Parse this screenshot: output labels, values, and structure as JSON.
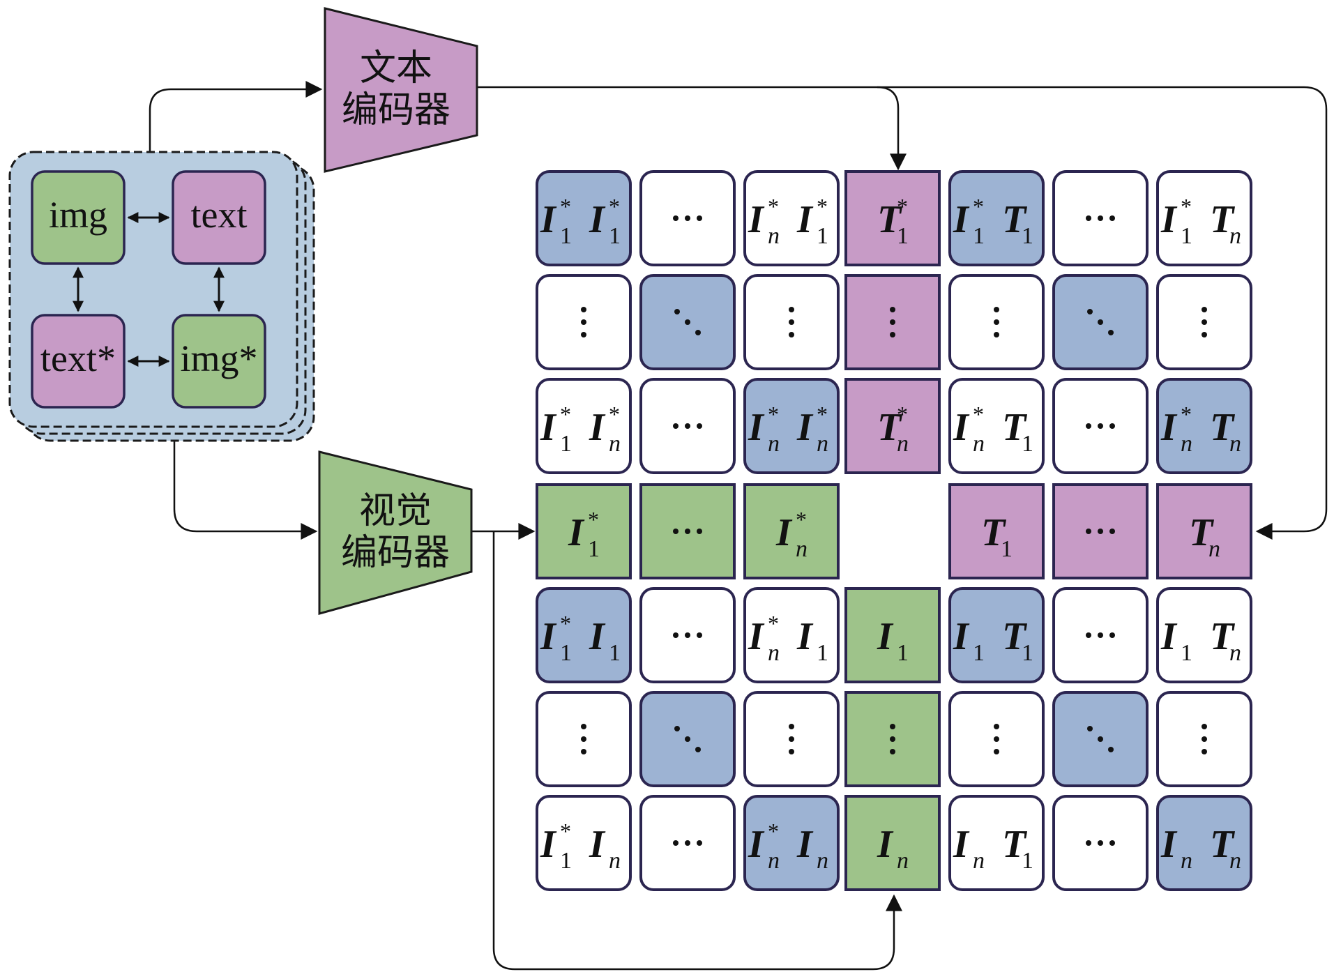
{
  "colors": {
    "blue": "#9db3d3",
    "purple": "#c79bc6",
    "green": "#9ec38a",
    "white": "#ffffff",
    "outline": "#2b2550",
    "stack": "#b8cde0"
  },
  "text_encoder": {
    "line1": "文本",
    "line2": "编码器"
  },
  "vision_encoder": {
    "line1": "视觉",
    "line2": "编码器"
  },
  "pair_box": {
    "img": "img",
    "text": "text",
    "text_star": "text*",
    "img_star": "img*"
  },
  "grid": {
    "rows": [
      [
        {
          "c": "blue",
          "t": [
            [
              "I",
              "1",
              "*"
            ],
            [
              "I",
              "1",
              "*"
            ]
          ]
        },
        {
          "c": "white",
          "d": "h"
        },
        {
          "c": "white",
          "t": [
            [
              "I",
              "n",
              "*"
            ],
            [
              "I",
              "1",
              "*"
            ]
          ]
        },
        {
          "c": "purple",
          "sq": 1,
          "t": [
            [
              "T",
              "1",
              "*"
            ]
          ]
        },
        {
          "c": "blue",
          "t": [
            [
              "I",
              "1",
              "*"
            ],
            [
              "T",
              "1",
              ""
            ]
          ]
        },
        {
          "c": "white",
          "d": "h"
        },
        {
          "c": "white",
          "t": [
            [
              "I",
              "1",
              "*"
            ],
            [
              "T",
              "n",
              ""
            ]
          ]
        }
      ],
      [
        {
          "c": "white",
          "d": "v"
        },
        {
          "c": "blue",
          "d": "diag"
        },
        {
          "c": "white",
          "d": "v"
        },
        {
          "c": "purple",
          "sq": 1,
          "d": "v"
        },
        {
          "c": "white",
          "d": "v"
        },
        {
          "c": "blue",
          "d": "diag"
        },
        {
          "c": "white",
          "d": "v"
        }
      ],
      [
        {
          "c": "white",
          "t": [
            [
              "I",
              "1",
              "*"
            ],
            [
              "I",
              "n",
              "*"
            ]
          ]
        },
        {
          "c": "white",
          "d": "h"
        },
        {
          "c": "blue",
          "t": [
            [
              "I",
              "n",
              "*"
            ],
            [
              "I",
              "n",
              "*"
            ]
          ]
        },
        {
          "c": "purple",
          "sq": 1,
          "t": [
            [
              "T",
              "n",
              "*"
            ]
          ]
        },
        {
          "c": "white",
          "t": [
            [
              "I",
              "n",
              "*"
            ],
            [
              "T",
              "1",
              ""
            ]
          ]
        },
        {
          "c": "white",
          "d": "h"
        },
        {
          "c": "blue",
          "t": [
            [
              "I",
              "n",
              "*"
            ],
            [
              "T",
              "n",
              ""
            ]
          ]
        }
      ],
      [
        {
          "c": "green",
          "sq": 1,
          "t": [
            [
              "I",
              "1",
              "*"
            ]
          ]
        },
        {
          "c": "green",
          "sq": 1,
          "d": "h"
        },
        {
          "c": "green",
          "sq": 1,
          "t": [
            [
              "I",
              "n",
              "*"
            ]
          ]
        },
        {
          "c": "none"
        },
        {
          "c": "purple",
          "sq": 1,
          "t": [
            [
              "T",
              "1",
              ""
            ]
          ]
        },
        {
          "c": "purple",
          "sq": 1,
          "d": "h"
        },
        {
          "c": "purple",
          "sq": 1,
          "t": [
            [
              "T",
              "n",
              ""
            ]
          ]
        }
      ],
      [
        {
          "c": "blue",
          "t": [
            [
              "I",
              "1",
              "*"
            ],
            [
              "I",
              "1",
              ""
            ]
          ]
        },
        {
          "c": "white",
          "d": "h"
        },
        {
          "c": "white",
          "t": [
            [
              "I",
              "n",
              "*"
            ],
            [
              "I",
              "1",
              ""
            ]
          ]
        },
        {
          "c": "green",
          "sq": 1,
          "t": [
            [
              "I",
              "1",
              ""
            ]
          ]
        },
        {
          "c": "blue",
          "t": [
            [
              "I",
              "1",
              ""
            ],
            [
              "T",
              "1",
              ""
            ]
          ]
        },
        {
          "c": "white",
          "d": "h"
        },
        {
          "c": "white",
          "t": [
            [
              "I",
              "1",
              ""
            ],
            [
              "T",
              "n",
              ""
            ]
          ]
        }
      ],
      [
        {
          "c": "white",
          "d": "v"
        },
        {
          "c": "blue",
          "d": "diag"
        },
        {
          "c": "white",
          "d": "v"
        },
        {
          "c": "green",
          "sq": 1,
          "d": "v"
        },
        {
          "c": "white",
          "d": "v"
        },
        {
          "c": "blue",
          "d": "diag"
        },
        {
          "c": "white",
          "d": "v"
        }
      ],
      [
        {
          "c": "white",
          "t": [
            [
              "I",
              "1",
              "*"
            ],
            [
              "I",
              "n",
              ""
            ]
          ]
        },
        {
          "c": "white",
          "d": "h"
        },
        {
          "c": "blue",
          "t": [
            [
              "I",
              "n",
              "*"
            ],
            [
              "I",
              "n",
              ""
            ]
          ]
        },
        {
          "c": "green",
          "sq": 1,
          "t": [
            [
              "I",
              "n",
              ""
            ]
          ]
        },
        {
          "c": "white",
          "t": [
            [
              "I",
              "n",
              ""
            ],
            [
              "T",
              "1",
              ""
            ]
          ]
        },
        {
          "c": "white",
          "d": "h"
        },
        {
          "c": "blue",
          "t": [
            [
              "I",
              "n",
              ""
            ],
            [
              "T",
              "n",
              ""
            ]
          ]
        }
      ]
    ]
  }
}
